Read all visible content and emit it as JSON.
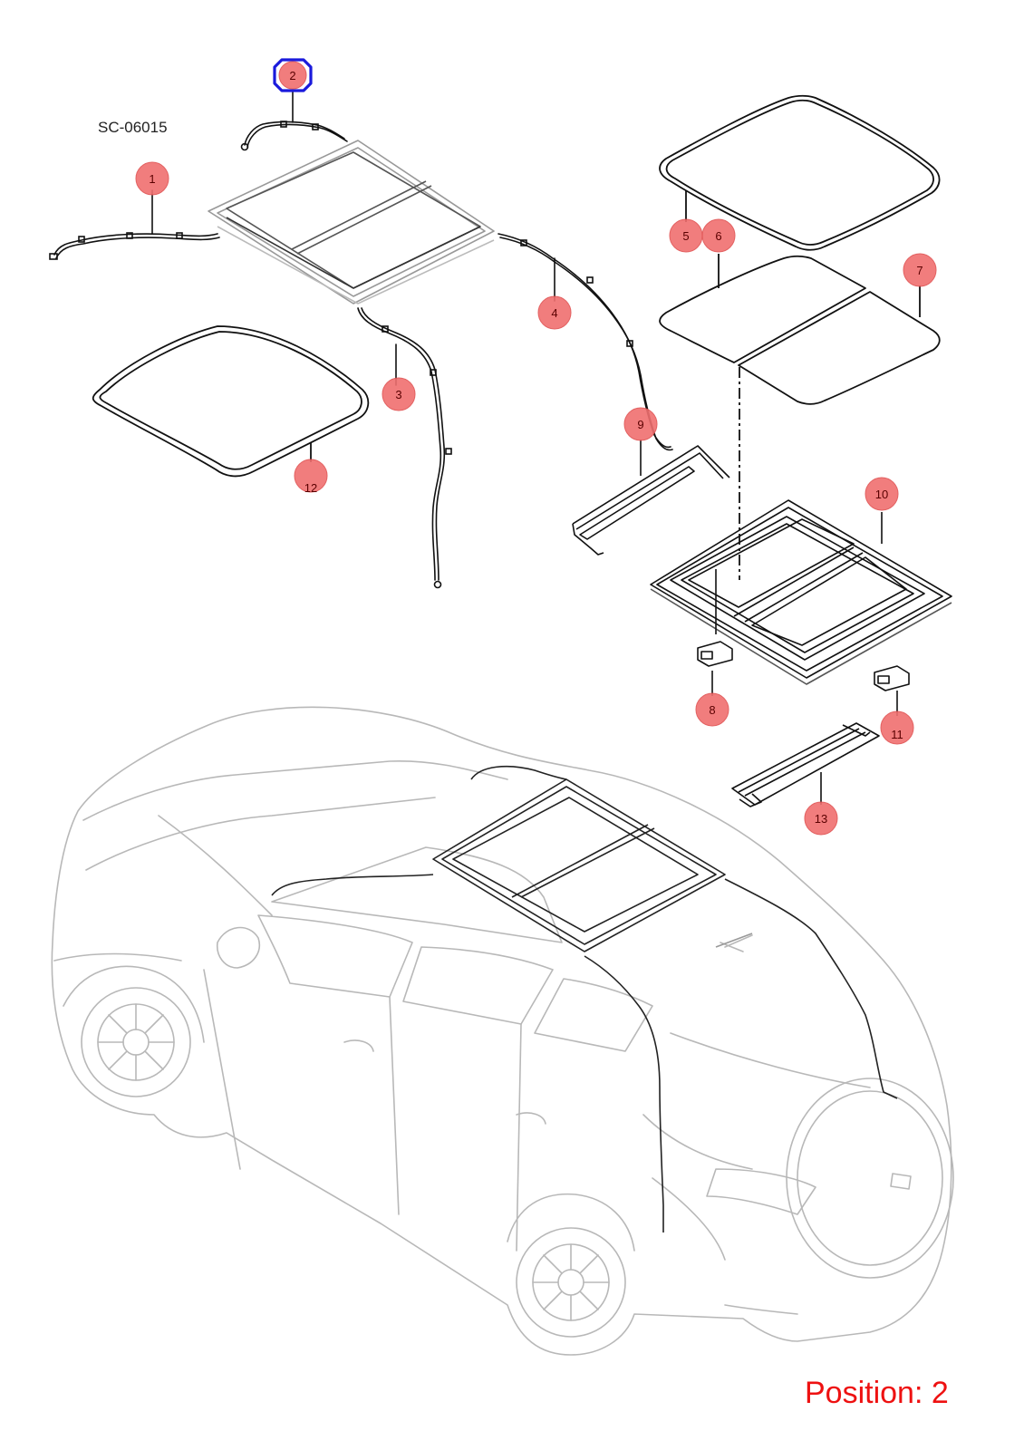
{
  "diagram": {
    "drawing_code": "SC-06015",
    "position_label": "Position: 2",
    "selected_callout": "2",
    "colors": {
      "callout_fill": "#f07070",
      "callout_stroke": "#e05050",
      "selected_ring": "#1a1adc",
      "position_text": "#ee1111",
      "part_line": "#111111",
      "vehicle_line": "#b8b8b8"
    },
    "callouts": [
      "1",
      "2",
      "3",
      "4",
      "5",
      "6",
      "7",
      "8",
      "9",
      "10",
      "11",
      "12",
      "13"
    ]
  }
}
